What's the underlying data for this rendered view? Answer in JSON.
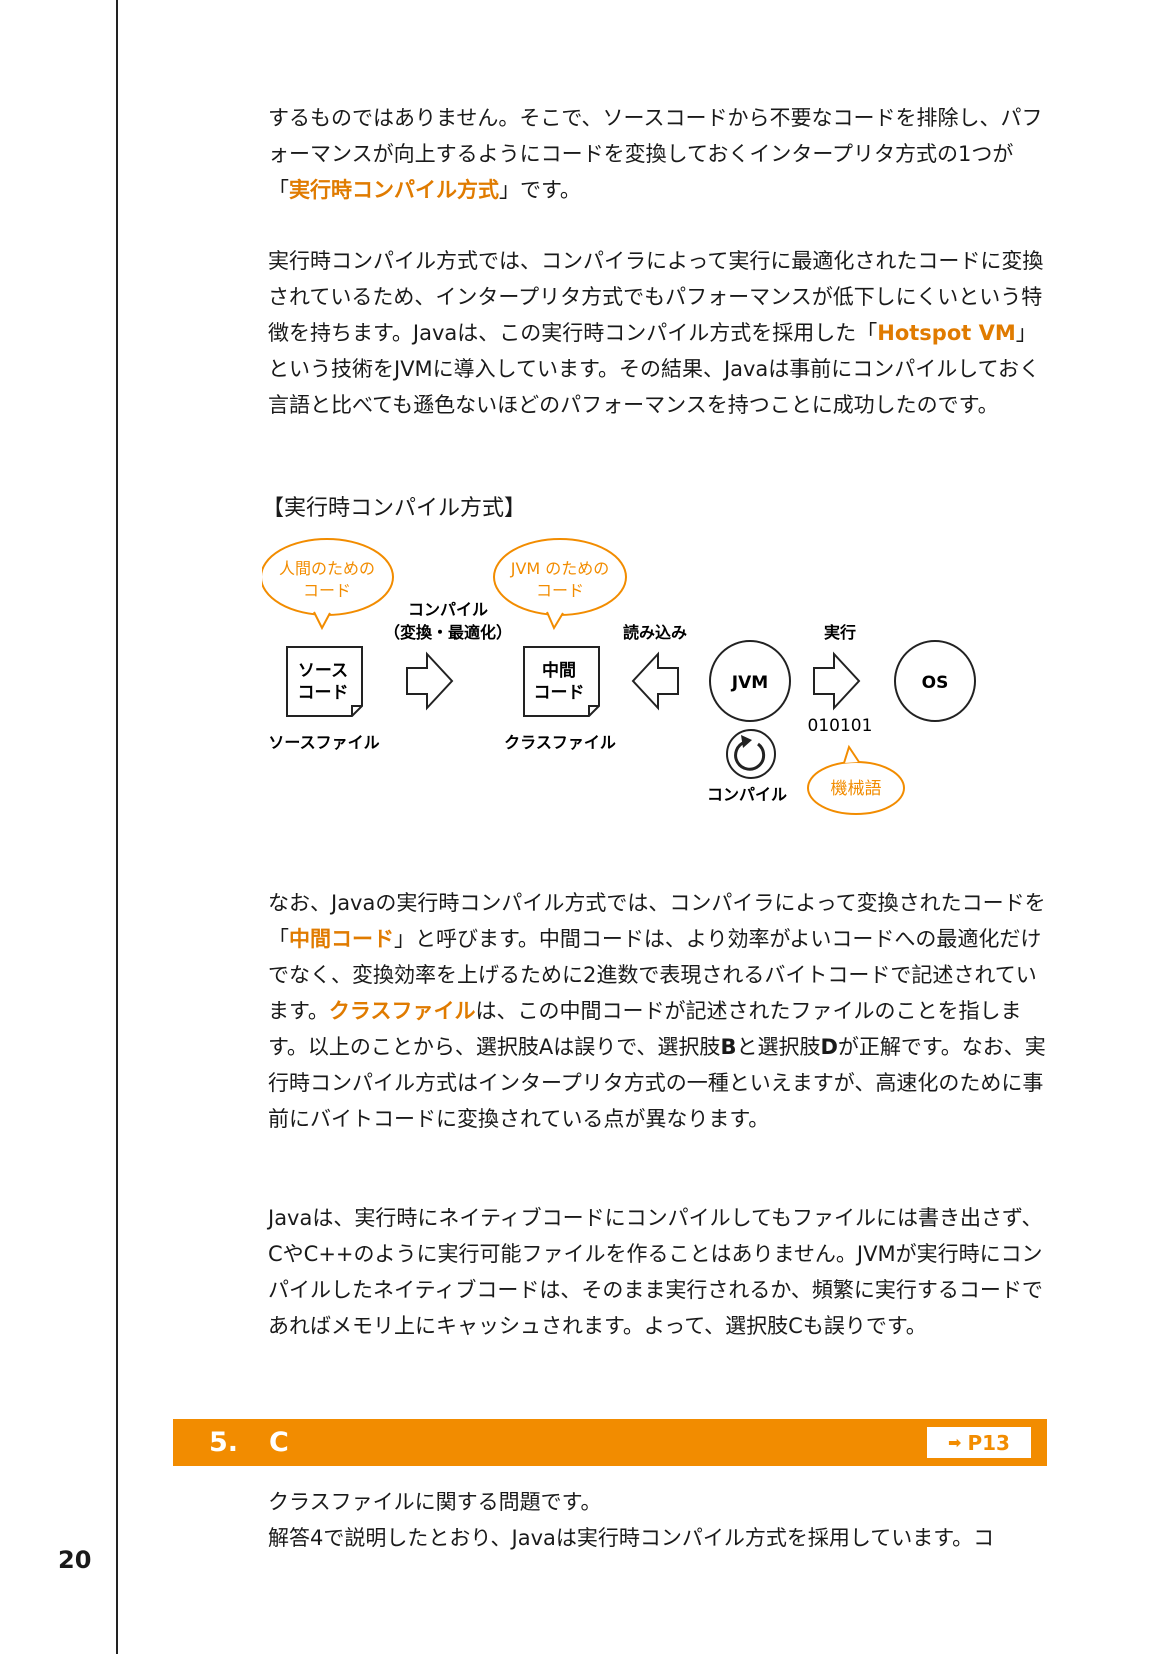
{
  "page_number": "20",
  "paragraphs": {
    "p1": {
      "a": "するものではありません。そこで、ソースコードから不要なコードを排除し、パフォーマンスが向上するようにコードを変換しておくインタープリタ方式の1つが「",
      "hl": "実行時コンパイル方式",
      "b": "」です。"
    },
    "p2": {
      "a": "実行時コンパイル方式では、コンパイラによって実行に最適化されたコードに変換されているため、インタープリタ方式でもパフォーマンスが低下しにくいという特徴を持ちます。Javaは、この実行時コンパイル方式を採用した「",
      "hl": "Hotspot VM",
      "b": "」という技術をJVMに導入しています。その結果、Javaは事前にコンパイルしておく言語と比べても遜色ないほどのパフォーマンスを持つことに成功したのです。"
    },
    "p3": {
      "a": "なお、Javaの実行時コンパイル方式では、コンパイラによって変換されたコードを「",
      "hl1": "中間コード",
      "b": "」と呼びます。中間コードは、より効率がよいコードへの最適化だけでなく、変換効率を上げるために2進数で表現されるバイトコードで記述されています。",
      "hl2": "クラスファイル",
      "c": "は、この中間コードが記述されたファイルのことを指します。以上のことから、選択肢Aは誤りで、選択肢",
      "opt_b": "B",
      "d": "と選択肢",
      "opt_d": "D",
      "e": "が正解です。なお、実行時コンパイル方式はインタープリタ方式の一種といえますが、高速化のために事前にバイトコードに変換されている点が異なります。"
    },
    "p4": "Javaは、実行時にネイティブコードにコンパイルしてもファイルには書き出さず、CやC++のように実行可能ファイルを作ることはありません。JVMが実行時にコンパイルしたネイティブコードは、そのまま実行されるか、頻繁に実行するコードであればメモリ上にキャッシュされます。よって、選択肢Cも誤りです。",
    "p5": "クラスファイルに関する問題です。",
    "p6": "解答4で説明したとおり、Javaは実行時コンパイル方式を採用しています。コ"
  },
  "diagram": {
    "title": "【実行時コンパイル方式】",
    "bubble_human": [
      "人間のための",
      "コード"
    ],
    "bubble_jvm": [
      "JVM のための",
      "コード"
    ],
    "bubble_machine": "機械語",
    "label_compile": [
      "コンパイル",
      "（変換・最適化）"
    ],
    "label_load": "読み込み",
    "label_exec": "実行",
    "doc_source": [
      "ソース",
      "コード"
    ],
    "doc_middle": [
      "中間",
      "コード"
    ],
    "caption_source": "ソースファイル",
    "caption_class": "クラスファイル",
    "node_jvm": "JVM",
    "node_os": "OS",
    "binary": "010101",
    "label_jit": "コンパイル",
    "accent_color": "#f28c00"
  },
  "section": {
    "number": "5.",
    "answer": "C",
    "page_ref": "P13",
    "arrow_icon": "➡",
    "bar_color": "#f28c00"
  }
}
